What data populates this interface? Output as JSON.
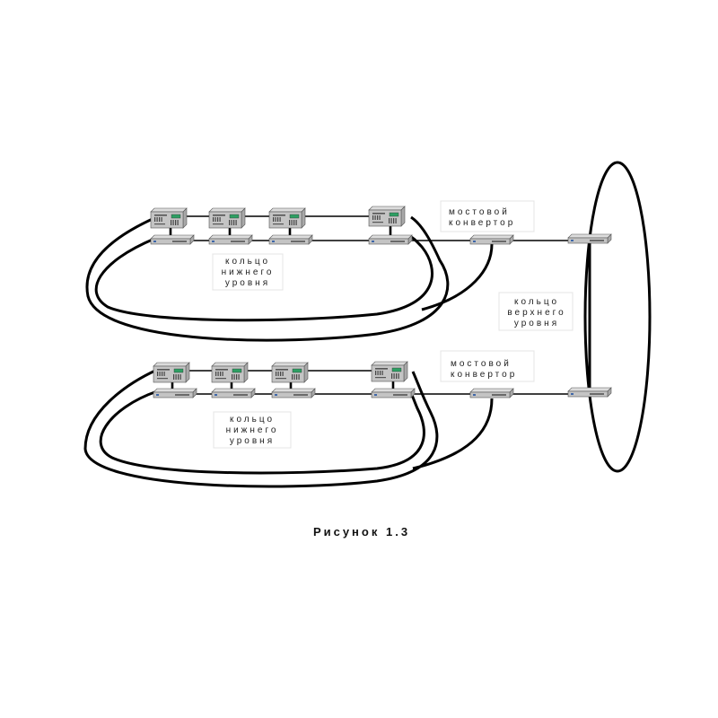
{
  "labels": {
    "bridge_top": [
      "мостовой",
      "конвертор"
    ],
    "bridge_bottom": [
      "мостовой",
      "конвертор"
    ],
    "lower_ring_top": [
      "кольцо",
      "нижнего",
      "уровня"
    ],
    "lower_ring_bottom": [
      "кольцо",
      "нижнего",
      "уровня"
    ],
    "upper_ring": [
      "кольцо",
      "верхнего",
      "уровня"
    ]
  },
  "caption": "Рисунок 1.3",
  "colors": {
    "device_top": "#dcdcdc",
    "device_side": "#a9a9a9",
    "device_front": "#c4c4c4",
    "screen": "#2e9f63",
    "cable": "#000000"
  },
  "icons": {
    "server": "server-computer-icon",
    "hub": "network-hub-icon"
  }
}
